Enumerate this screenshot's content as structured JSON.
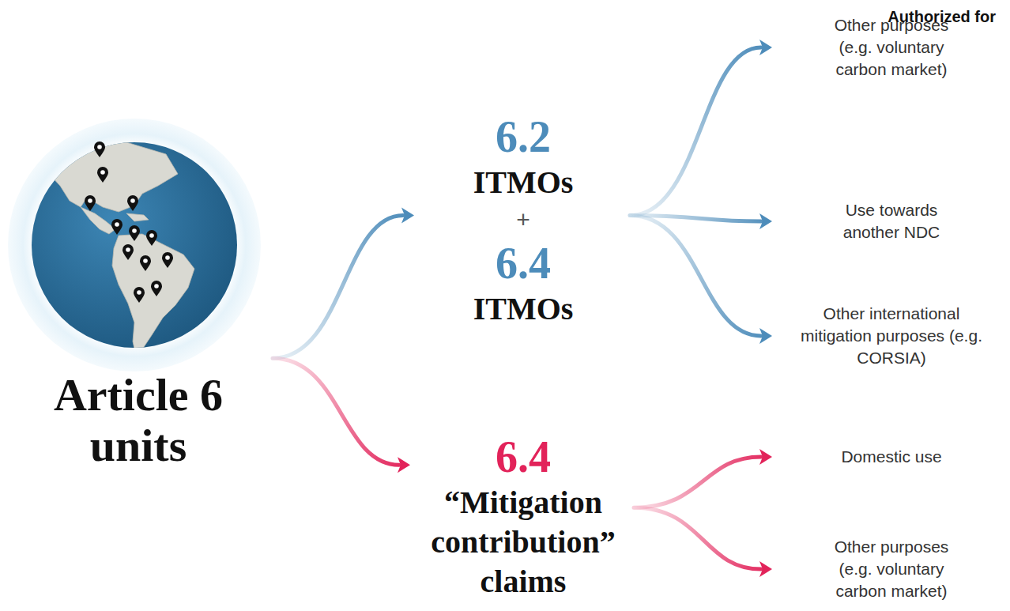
{
  "diagram": {
    "nodes": [
      {
        "text": [
          "Article 6 units"
        ]
      },
      {
        "text": [
          "6.2",
          "ITMOs",
          "+",
          "6.4",
          "ITMOs"
        ]
      },
      {
        "text": [
          "6.4",
          "“Mitigation contribution” claims"
        ]
      },
      {
        "text": [
          "Other purposes (e.g. voluntary carbon market)"
        ]
      },
      {
        "text": [
          "Use towards another NDC"
        ]
      },
      {
        "text": [
          "Other international mitigation purposes (e.g. CORSIA)"
        ]
      },
      {
        "text": [
          "Domestic use"
        ]
      },
      {
        "text": [
          "Other purposes (e.g. voluntary carbon market)"
        ]
      }
    ],
    "edges": [
      {
        "from": 0,
        "to": 1,
        "arrow": "to"
      },
      {
        "from": 0,
        "to": 2,
        "arrow": "to"
      },
      {
        "from": 1,
        "to": 3,
        "arrow": "to"
      },
      {
        "from": 1,
        "to": 4,
        "arrow": "to"
      },
      {
        "from": 1,
        "to": 5,
        "arrow": "to"
      },
      {
        "from": 2,
        "to": 6,
        "arrow": "to"
      },
      {
        "from": 2,
        "to": 7,
        "arrow": "to"
      }
    ],
    "labels": [
      "Authorized for"
    ]
  }
}
